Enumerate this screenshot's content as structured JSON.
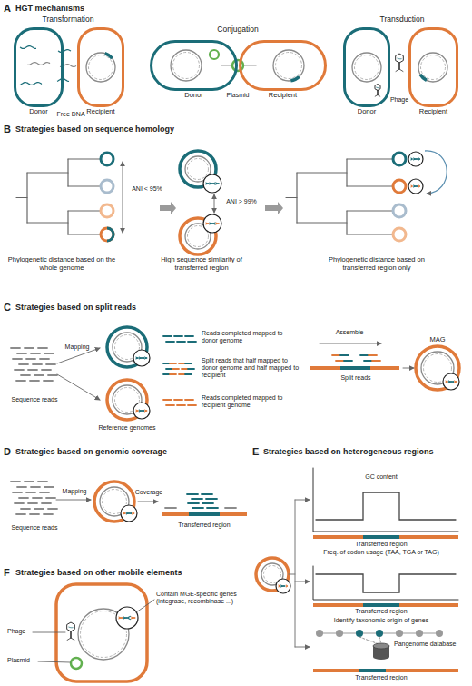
{
  "diagram": {
    "nodes": [
      {
        "text": [
          "Donor"
        ]
      },
      {
        "text": [
          "Recipient"
        ]
      },
      {
        "text": [
          "Donor"
        ]
      },
      {
        "text": [
          "Recipient"
        ]
      },
      {
        "text": [
          "Donor"
        ]
      },
      {
        "text": [
          "Recipient"
        ]
      }
    ],
    "labels": [
      "A",
      "HGT mechanisms",
      "Transformation",
      "Free DNA",
      "Conjugation",
      "Plasmid",
      "Transduction",
      "Phage",
      "B",
      "Strategies based on sequence homology",
      "ANI < 95%",
      "Phylogenetic distance based on the whole genome",
      "ANI > 99%",
      "High sequence similarity of transferred region",
      "Phylogenetic distance based on transferred region only",
      "C",
      "Strategies based on split reads",
      "Mapping",
      "Sequence reads",
      "Reference genomes",
      "Reads completed mapped to donor genome",
      "Split reads that half mapped to donor genome and half mapped to recipient",
      "Reads completed mapped to recipient genome",
      "Assemble",
      "Split reads",
      "MAG",
      "D",
      "Strategies based on genomic coverage",
      "Mapping",
      "Coverage",
      "Sequence reads",
      "Transferred region",
      "E",
      "Strategies based on heterogeneous regions",
      "GC content",
      "Transferred region",
      "Freq. of codon usage (TAA, TGA or TAG)",
      "Transferred region",
      "Identify taxonomic origin of genes",
      "Pangenome database",
      "Transferred region",
      "F",
      "Strategies based on other mobile elements",
      "Contain MGE-specific genes (integrase, recombinase ...)",
      "Phage",
      "Plasmid"
    ]
  }
}
